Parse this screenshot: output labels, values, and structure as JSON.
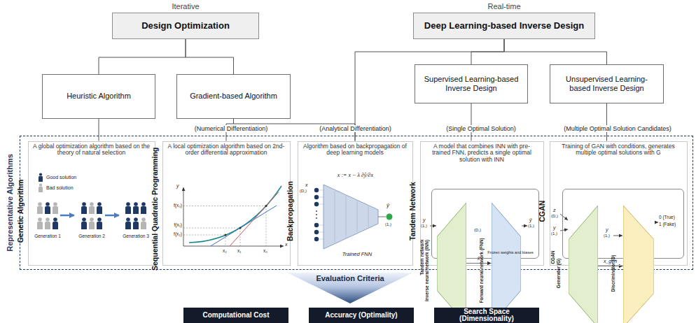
{
  "diagram": {
    "nodes": [
      {
        "text": [
          "Design Optimization"
        ]
      },
      {
        "text": [
          "Deep Learning-based Inverse Design"
        ]
      },
      {
        "text": [
          "Heuristic Algorithm"
        ]
      },
      {
        "text": [
          "Gradient-based Algorithm"
        ]
      },
      {
        "text": [
          "Supervised Learning-based Inverse Design"
        ]
      },
      {
        "text": [
          "Unsupervised Learning-based Inverse Design"
        ]
      },
      {
        "text": [
          "Representative Algorithms"
        ]
      },
      {
        "text": [
          "Genetic Algorithm",
          "A global optimization algorithm based on the theory of natural selection"
        ],
        "in": 6
      },
      {
        "text": [
          "Sequential Quadratic Programming",
          "A local optimization algorithm based on 2nd-order differential approximation"
        ],
        "in": 6
      },
      {
        "text": [
          "Backpropagation",
          "Algorithm based on backpropagation of deep learning models"
        ],
        "in": 6
      },
      {
        "text": [
          "Tandem Network",
          "A model that combines INN with pre-trained FNN, predicts a single optimal solution with INN"
        ],
        "in": 6
      },
      {
        "text": [
          "Tandem network"
        ],
        "in": 10
      },
      {
        "text": [
          "Inverse neural network (INN)"
        ],
        "in": 11
      },
      {
        "text": [
          "Forward neural network (FNN)"
        ],
        "in": 11
      },
      {
        "text": [
          "CGAN",
          "Training of GAN with conditions, generates multiple optimal solutions with G"
        ],
        "in": 6
      },
      {
        "text": [
          "CGAN"
        ],
        "in": 14
      },
      {
        "text": [
          "Generator (G)"
        ],
        "in": 15
      },
      {
        "text": [
          "Discriminator (D)"
        ],
        "in": 15
      },
      {
        "text": [
          "Computational Cost"
        ]
      },
      {
        "text": [
          "Accuracy (Optimality)"
        ]
      },
      {
        "text": [
          "Search Space (Dimensionality)"
        ]
      }
    ],
    "edges": [
      {
        "from": 0,
        "to": 2,
        "arrow": "none"
      },
      {
        "from": 0,
        "to": 3,
        "arrow": "none"
      },
      {
        "from": 1,
        "to": 4,
        "arrow": "none"
      },
      {
        "from": 1,
        "to": 5,
        "arrow": "none"
      },
      {
        "from": 1,
        "to": 9,
        "arrow": "none"
      },
      {
        "from": 2,
        "to": 7,
        "arrow": "none"
      },
      {
        "from": 3,
        "to": 8,
        "arrow": "none"
      },
      {
        "from": 3,
        "to": 9,
        "arrow": "none"
      },
      {
        "from": 4,
        "to": 10,
        "arrow": "none"
      },
      {
        "from": 5,
        "to": 14,
        "arrow": "none"
      },
      {
        "from": 12,
        "to": 13,
        "arrow": "to",
        "label": "x̃"
      },
      {
        "from": 16,
        "to": 17,
        "arrow": "to",
        "label": "x_gen"
      }
    ],
    "labels": [
      "Iterative",
      "Real-time",
      "(Numerical Differentiation)",
      "(Analytical Differentiation)",
      "(Single Optimal Solution)",
      "(Multiple Optimal Solution Candidates)",
      "Good solution",
      "Bad solution",
      "Generation 1",
      "Generation 2",
      "Generation 3",
      "y",
      "x",
      "f(x₀)",
      "f(x₁)",
      "f(x₂)",
      "x₂",
      "x₁",
      "x₀",
      "x := x − λ ∂ŷ/∂x",
      "x",
      "(D,)",
      "ŷ",
      "(1,)",
      "Trained FNN",
      "y",
      "(1,)",
      "(D,)",
      "ŷ",
      "(1,)",
      "Frozen weights and biases",
      "z",
      "(D,)",
      "y",
      "(1,)",
      "y",
      "(1,)",
      "0 (True)",
      "1 (Fake)",
      "Evaluation Criteria"
    ]
  }
}
